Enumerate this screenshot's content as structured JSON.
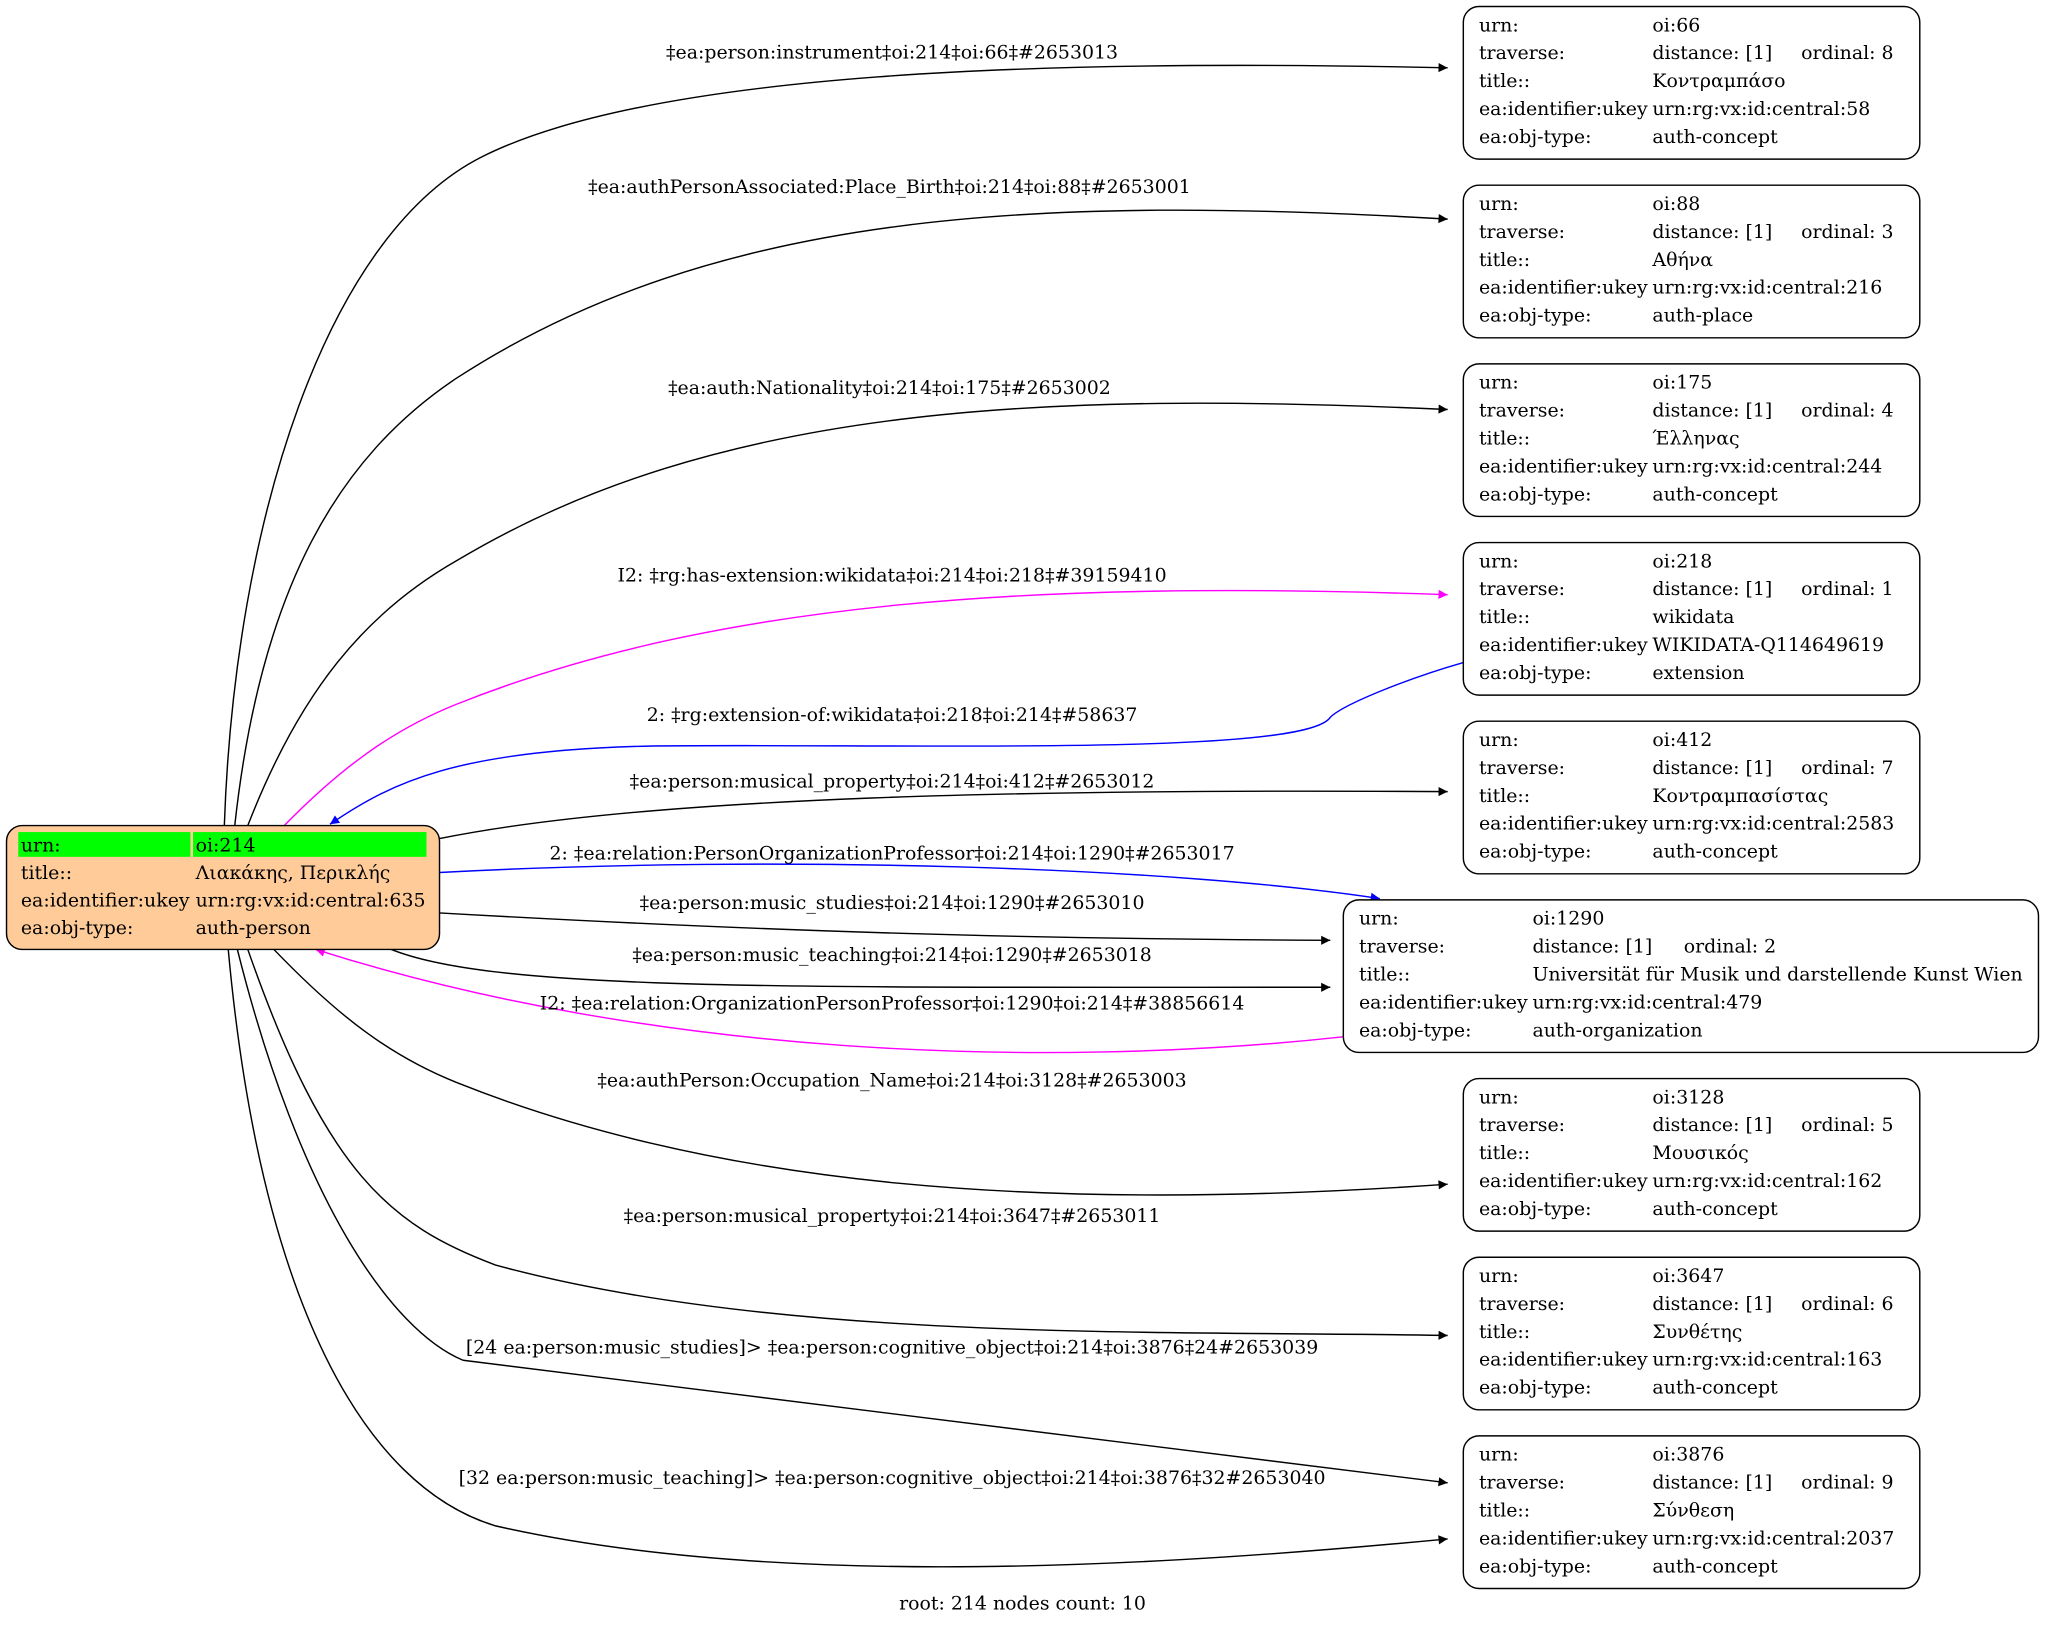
{
  "root_node": {
    "urn_label": "urn:",
    "urn": "oi:214",
    "title_label": "title::",
    "title": "Λιακάκης, Περικλής",
    "ukey_label": "ea:identifier:ukey",
    "ukey": "urn:rg:vx:id:central:635",
    "type_label": "ea:obj-type:",
    "type": "auth-person"
  },
  "nodes": [
    {
      "urn": "oi:66",
      "distance": "distance: [1]",
      "ordinal": "ordinal: 8",
      "title": "Κοντραμπάσο",
      "ukey": "urn:rg:vx:id:central:58",
      "type": "auth-concept"
    },
    {
      "urn": "oi:88",
      "distance": "distance: [1]",
      "ordinal": "ordinal: 3",
      "title": "Αθήνα",
      "ukey": "urn:rg:vx:id:central:216",
      "type": "auth-place"
    },
    {
      "urn": "oi:175",
      "distance": "distance: [1]",
      "ordinal": "ordinal: 4",
      "title": "Έλληνας",
      "ukey": "urn:rg:vx:id:central:244",
      "type": "auth-concept"
    },
    {
      "urn": "oi:218",
      "distance": "distance: [1]",
      "ordinal": "ordinal: 1",
      "title": "wikidata",
      "ukey": "WIKIDATA-Q114649619",
      "type": "extension"
    },
    {
      "urn": "oi:412",
      "distance": "distance: [1]",
      "ordinal": "ordinal: 7",
      "title": "Κοντραμπασίστας",
      "ukey": "urn:rg:vx:id:central:2583",
      "type": "auth-concept"
    },
    {
      "urn": "oi:1290",
      "distance": "distance: [1]",
      "ordinal": "ordinal: 2",
      "title": "Universität für Musik und darstellende Kunst Wien",
      "ukey": "urn:rg:vx:id:central:479",
      "type": "auth-organization"
    },
    {
      "urn": "oi:3128",
      "distance": "distance: [1]",
      "ordinal": "ordinal: 5",
      "title": "Μουσικός",
      "ukey": "urn:rg:vx:id:central:162",
      "type": "auth-concept"
    },
    {
      "urn": "oi:3647",
      "distance": "distance: [1]",
      "ordinal": "ordinal: 6",
      "title": "Συνθέτης",
      "ukey": "urn:rg:vx:id:central:163",
      "type": "auth-concept"
    },
    {
      "urn": "oi:3876",
      "distance": "distance: [1]",
      "ordinal": "ordinal: 9",
      "title": "Σύνθεση",
      "ukey": "urn:rg:vx:id:central:2037",
      "type": "auth-concept"
    }
  ],
  "row_labels": {
    "urn": "urn:",
    "traverse": "traverse:",
    "title": "title::",
    "ukey": "ea:identifier:ukey",
    "type": "ea:obj-type:"
  },
  "edges": [
    {
      "label": "‡ea:person:instrument‡oi:214‡oi:66‡#2653013",
      "color": "#000000"
    },
    {
      "label": "‡ea:authPersonAssociated:Place_Birth‡oi:214‡oi:88‡#2653001",
      "color": "#000000"
    },
    {
      "label": "‡ea:auth:Nationality‡oi:214‡oi:175‡#2653002",
      "color": "#000000"
    },
    {
      "label": "I2: ‡rg:has-extension:wikidata‡oi:214‡oi:218‡#39159410",
      "color": "#ff00ff"
    },
    {
      "label": "2: ‡rg:extension-of:wikidata‡oi:218‡oi:214‡#58637",
      "color": "#0000ff"
    },
    {
      "label": "‡ea:person:musical_property‡oi:214‡oi:412‡#2653012",
      "color": "#000000"
    },
    {
      "label": "2: ‡ea:relation:PersonOrganizationProfessor‡oi:214‡oi:1290‡#2653017",
      "color": "#0000ff"
    },
    {
      "label": "‡ea:person:music_studies‡oi:214‡oi:1290‡#2653010",
      "color": "#000000"
    },
    {
      "label": "‡ea:person:music_teaching‡oi:214‡oi:1290‡#2653018",
      "color": "#000000"
    },
    {
      "label": "I2: ‡ea:relation:OrganizationPersonProfessor‡oi:1290‡oi:214‡#38856614",
      "color": "#ff00ff"
    },
    {
      "label": "‡ea:authPerson:Occupation_Name‡oi:214‡oi:3128‡#2653003",
      "color": "#000000"
    },
    {
      "label": "‡ea:person:musical_property‡oi:214‡oi:3647‡#2653011",
      "color": "#000000"
    },
    {
      "label": "[24 ea:person:music_studies]> ‡ea:person:cognitive_object‡oi:214‡oi:3876‡24#2653039",
      "color": "#000000"
    },
    {
      "label": "[32 ea:person:music_teaching]> ‡ea:person:cognitive_object‡oi:214‡oi:3876‡32#2653040",
      "color": "#000000"
    }
  ],
  "footer": "root: 214 nodes count: 10",
  "colors": {
    "root_fill": "#ffcc99",
    "highlight": "#00ff00"
  }
}
